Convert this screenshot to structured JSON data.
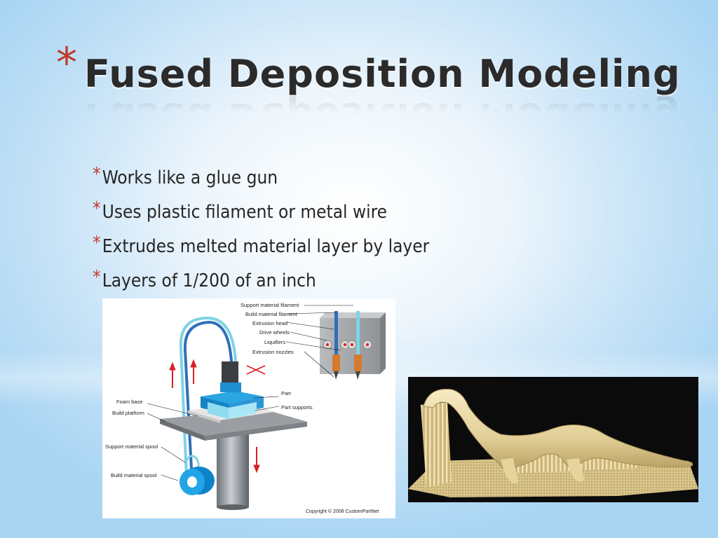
{
  "slide": {
    "title_marker": "*",
    "title": "Fused Deposition Modeling",
    "bullet_marker": "*",
    "bullets": [
      "Works like a glue gun",
      "Uses plastic filament or metal wire",
      "Extrudes melted material layer by layer",
      "Layers of 1/200 of an inch"
    ]
  },
  "diagram": {
    "labels": {
      "support_filament": "Support material filament",
      "build_filament": "Build material filament",
      "extrusion_head": "Extrusion head",
      "drive_wheels": "Drive wheels",
      "liquifiers": "Liquifiers",
      "extrusion_nozzles": "Extrusion nozzles",
      "part": "Part",
      "part_supports": "Part supports",
      "foam_base": "Foam base",
      "build_platform": "Build platform",
      "support_spool": "Support material spool",
      "build_spool": "Build material spool"
    },
    "copyright": "Copyright © 2008 CustomPartNet"
  },
  "colors": {
    "accent_red": "#c0392b",
    "title_text": "#2b2b2b",
    "body_text": "#262626",
    "background_light": "#eef6fc",
    "background_edge": "#a9d5f3"
  }
}
